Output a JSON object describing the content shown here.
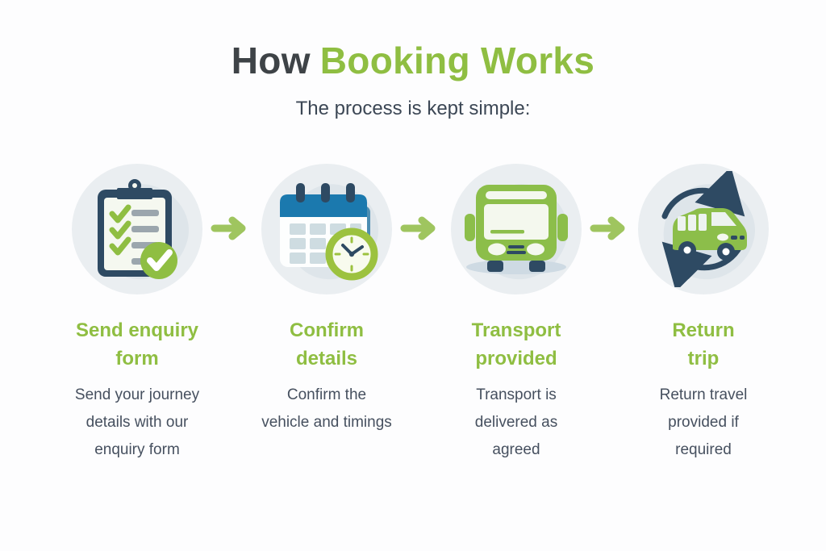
{
  "header": {
    "title_dark": "How",
    "title_green": "Booking Works",
    "subtitle": "The process is kept simple:"
  },
  "colors": {
    "accent_green": "#8FBE42",
    "arrow_green": "#9FC55F",
    "icon_navy": "#2E4A63",
    "calendar_blue": "#1B79AE",
    "calendar_back_blue": "#4D8EB2",
    "circle_background": "#EAEEF1",
    "circle_blob": "#DEE5EA",
    "paper_offwhite": "#F5F8F0",
    "list_bar_gray": "#9BA6AD",
    "title_dark_gray": "#3E4347",
    "body_slate": "#46505F",
    "shadow_blue_gray": "#CEDAE3"
  },
  "steps": [
    {
      "icon": "clipboard-checklist-icon",
      "heading_line1": "Send enquiry",
      "heading_line2": "form",
      "description_lines": [
        "Send your journey",
        "details with our",
        "enquiry form"
      ]
    },
    {
      "icon": "calendar-clock-icon",
      "heading_line1": "Confirm",
      "heading_line2": "details",
      "description_lines": [
        "Confirm the",
        "vehicle and timings"
      ]
    },
    {
      "icon": "bus-icon",
      "heading_line1": "Transport",
      "heading_line2": "provided",
      "description_lines": [
        "Transport is",
        "delivered as",
        "agreed"
      ]
    },
    {
      "icon": "van-return-loop-icon",
      "heading_line1": "Return",
      "heading_line2": "trip",
      "description_lines": [
        "Return travel",
        "provided if",
        "required"
      ]
    }
  ],
  "arrows": {
    "count": 3,
    "direction": "right"
  }
}
